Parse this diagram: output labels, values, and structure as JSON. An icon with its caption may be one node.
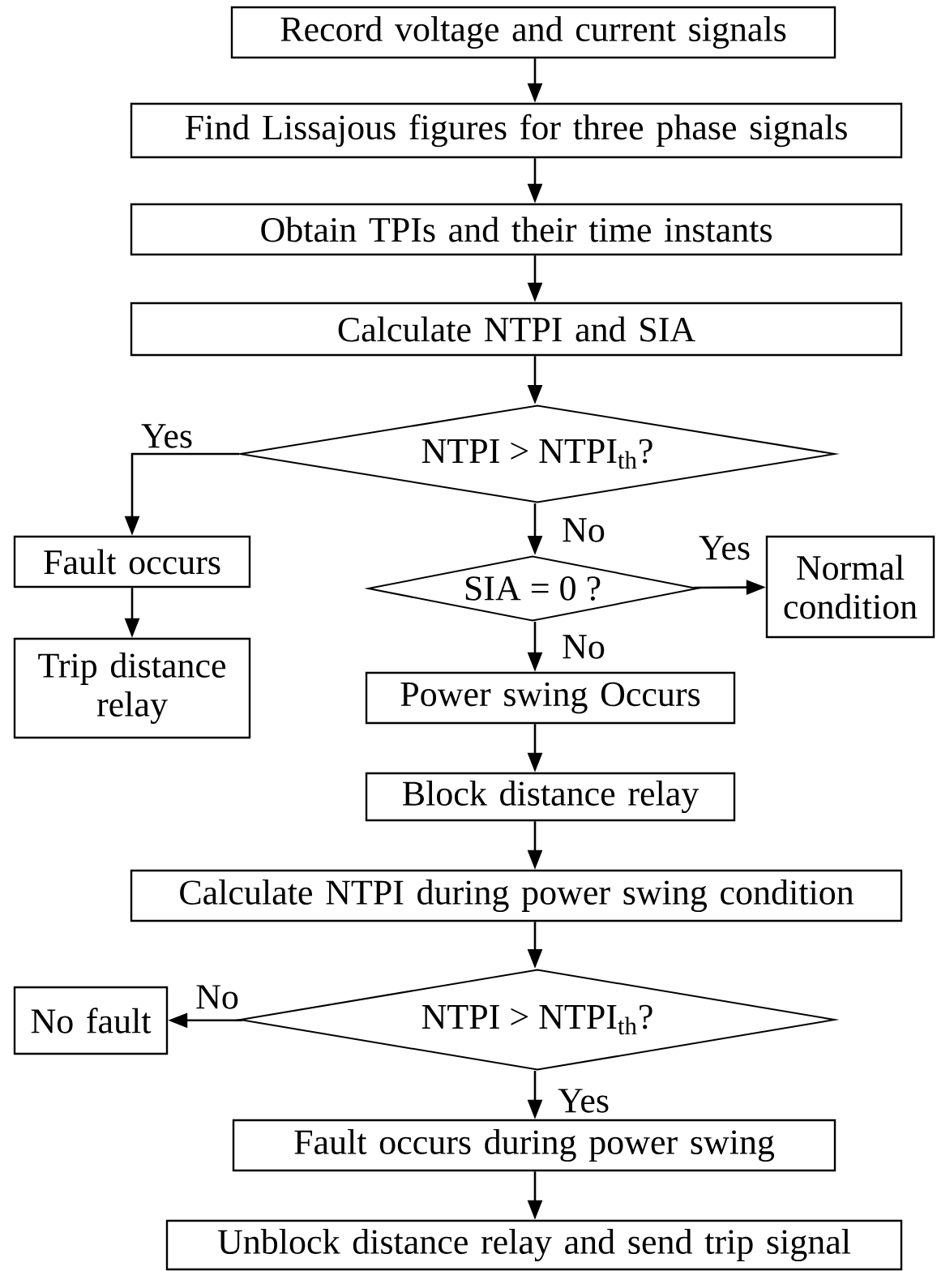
{
  "diagram": {
    "nodes": [
      {
        "text": [
          "Record voltage and current signals"
        ]
      },
      {
        "text": [
          "Find Lissajous figures for three phase signals"
        ]
      },
      {
        "text": [
          "Obtain TPIs and their time instants"
        ]
      },
      {
        "text": [
          "Calculate NTPI and SIA"
        ]
      },
      {
        "text": [
          "NTPI >  NTPI$_{th}$?"
        ]
      },
      {
        "text": [
          "Fault occurs"
        ]
      },
      {
        "text": [
          "SIA = 0 ?"
        ]
      },
      {
        "text": [
          "Normal condition"
        ]
      },
      {
        "text": [
          "Trip distance relay"
        ]
      },
      {
        "text": [
          "Power swing Occurs"
        ]
      },
      {
        "text": [
          "Block distance relay"
        ]
      },
      {
        "text": [
          "Calculate NTPI during power swing condition"
        ]
      },
      {
        "text": [
          "NTPI >  NTPI$_{th}$?"
        ]
      },
      {
        "text": [
          "No fault"
        ]
      },
      {
        "text": [
          "Fault occurs during power swing"
        ]
      },
      {
        "text": [
          "Unblock distance relay and send trip signal"
        ]
      }
    ],
    "edges": [
      {
        "from": 0,
        "to": 1,
        "arrow": "to"
      },
      {
        "from": 1,
        "to": 2,
        "arrow": "to"
      },
      {
        "from": 2,
        "to": 3,
        "arrow": "to"
      },
      {
        "from": 3,
        "to": 4,
        "arrow": "to"
      },
      {
        "from": 4,
        "to": 5,
        "arrow": "to",
        "label": "Yes"
      },
      {
        "from": 4,
        "to": 6,
        "arrow": "to",
        "label": "No"
      },
      {
        "from": 6,
        "to": 7,
        "arrow": "to",
        "label": "Yes"
      },
      {
        "from": 6,
        "to": 9,
        "arrow": "to",
        "label": "No"
      },
      {
        "from": 5,
        "to": 8,
        "arrow": "to"
      },
      {
        "from": 9,
        "to": 10,
        "arrow": "to"
      },
      {
        "from": 10,
        "to": 11,
        "arrow": "to"
      },
      {
        "from": 11,
        "to": 12,
        "arrow": "to"
      },
      {
        "from": 12,
        "to": 13,
        "arrow": "to",
        "label": "No"
      },
      {
        "from": 12,
        "to": 14,
        "arrow": "to",
        "label": "Yes"
      },
      {
        "from": 14,
        "to": 15,
        "arrow": "to"
      }
    ]
  }
}
